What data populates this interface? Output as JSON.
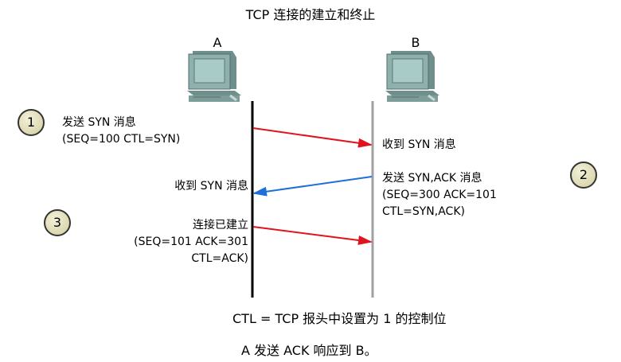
{
  "title": "TCP 连接的建立和终止",
  "hosts": {
    "a": "A",
    "b": "B"
  },
  "steps": {
    "one": "1",
    "two": "2",
    "three": "3"
  },
  "step1": {
    "line1": "发送 SYN 消息",
    "line2": "(SEQ=100 CTL=SYN)"
  },
  "b_received": "收到 SYN 消息",
  "step2": {
    "line1": "发送 SYN,ACK 消息",
    "line2": "(SEQ=300 ACK=101",
    "line3": "CTL=SYN,ACK)"
  },
  "a_received": "收到 SYN 消息",
  "step3": {
    "line1": "连接已建立",
    "line2": "(SEQ=101 ACK=301",
    "line3": "CTL=ACK)"
  },
  "footer": {
    "legend": "CTL = TCP 报头中设置为 1 的控制位",
    "note": "A 发送 ACK 响应到 B。"
  },
  "colors": {
    "arrow_red": "#e0141e",
    "arrow_blue": "#1e6fd9",
    "line_a": "#000000",
    "line_b": "#a0a0a0"
  }
}
